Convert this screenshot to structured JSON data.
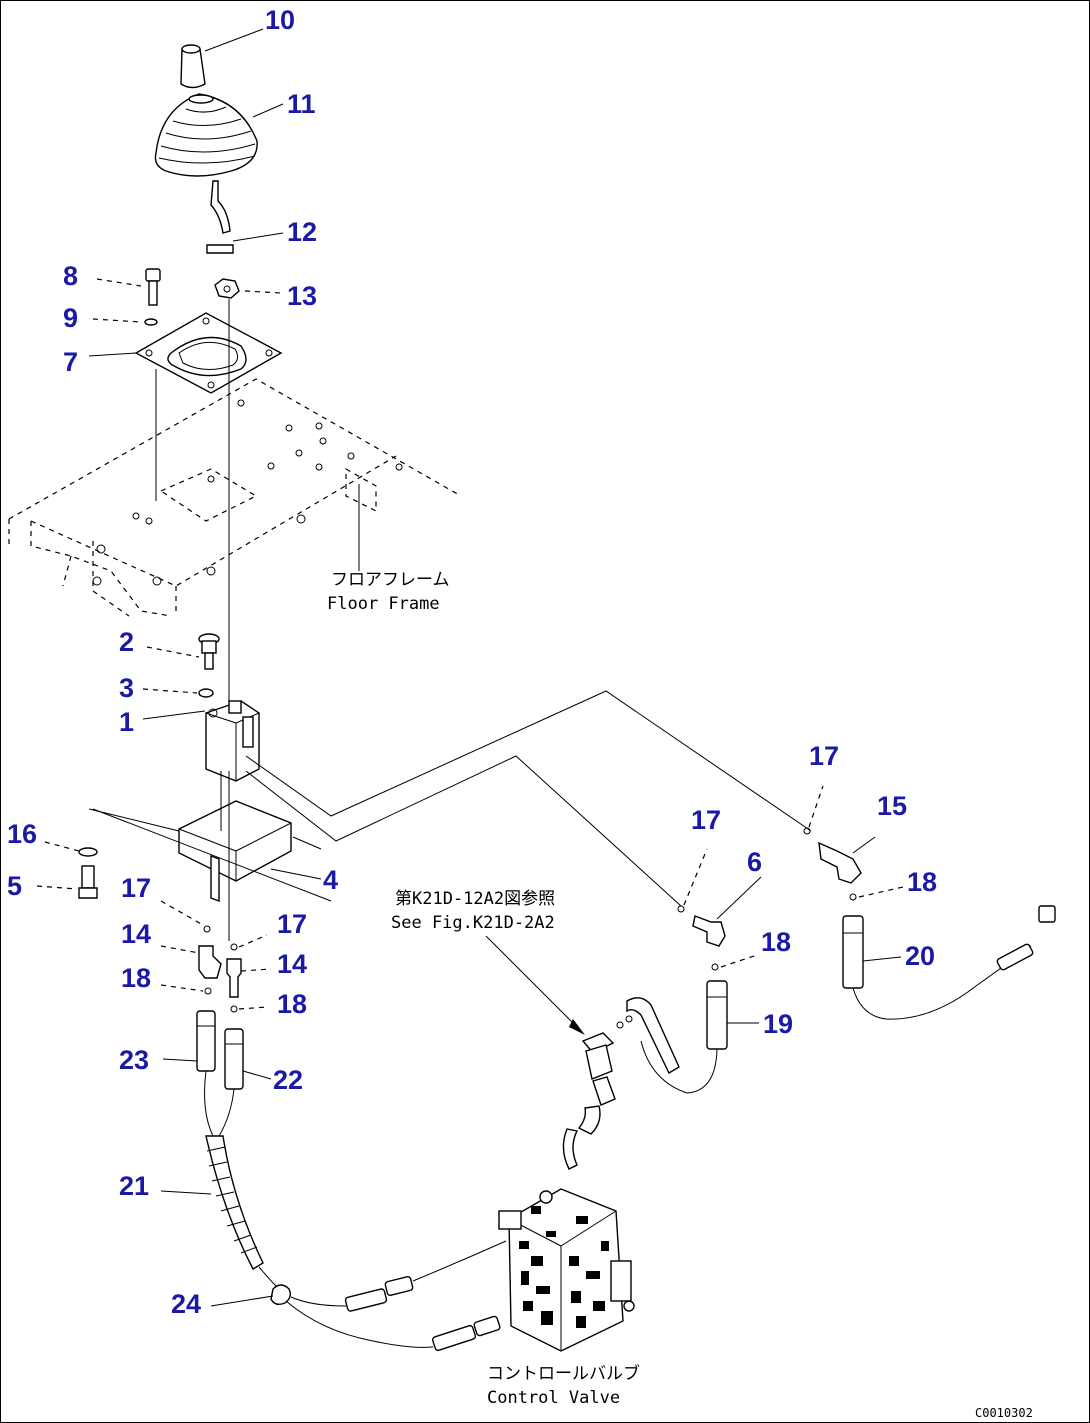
{
  "diagram": {
    "callouts": [
      {
        "id": "c10",
        "label": "10"
      },
      {
        "id": "c11",
        "label": "11"
      },
      {
        "id": "c12",
        "label": "12"
      },
      {
        "id": "c8",
        "label": "8"
      },
      {
        "id": "c13",
        "label": "13"
      },
      {
        "id": "c9",
        "label": "9"
      },
      {
        "id": "c7",
        "label": "7"
      },
      {
        "id": "c2",
        "label": "2"
      },
      {
        "id": "c3",
        "label": "3"
      },
      {
        "id": "c1",
        "label": "1"
      },
      {
        "id": "c17a",
        "label": "17"
      },
      {
        "id": "c15",
        "label": "15"
      },
      {
        "id": "c17b",
        "label": "17"
      },
      {
        "id": "c16",
        "label": "16"
      },
      {
        "id": "c6",
        "label": "6"
      },
      {
        "id": "c4",
        "label": "4"
      },
      {
        "id": "c5",
        "label": "5"
      },
      {
        "id": "c17c",
        "label": "17"
      },
      {
        "id": "c18a",
        "label": "18"
      },
      {
        "id": "c17d",
        "label": "17"
      },
      {
        "id": "c14a",
        "label": "14"
      },
      {
        "id": "c18b",
        "label": "18"
      },
      {
        "id": "c14b",
        "label": "14"
      },
      {
        "id": "c20",
        "label": "20"
      },
      {
        "id": "c18c",
        "label": "18"
      },
      {
        "id": "c18d",
        "label": "18"
      },
      {
        "id": "c19",
        "label": "19"
      },
      {
        "id": "c23",
        "label": "23"
      },
      {
        "id": "c22",
        "label": "22"
      },
      {
        "id": "c21",
        "label": "21"
      },
      {
        "id": "c24",
        "label": "24"
      }
    ],
    "notes": {
      "floor_frame_jp": "フロアフレーム",
      "floor_frame_en": "Floor Frame",
      "see_fig_jp": "第K21D-12A2図参照",
      "see_fig_en": "See Fig.K21D-2A2",
      "control_valve_jp": "コントロールバルブ",
      "control_valve_en": "Control Valve"
    },
    "drawing_code": "C0010302",
    "colors": {
      "callout": "#1a1aa6",
      "line": "#000000"
    }
  }
}
